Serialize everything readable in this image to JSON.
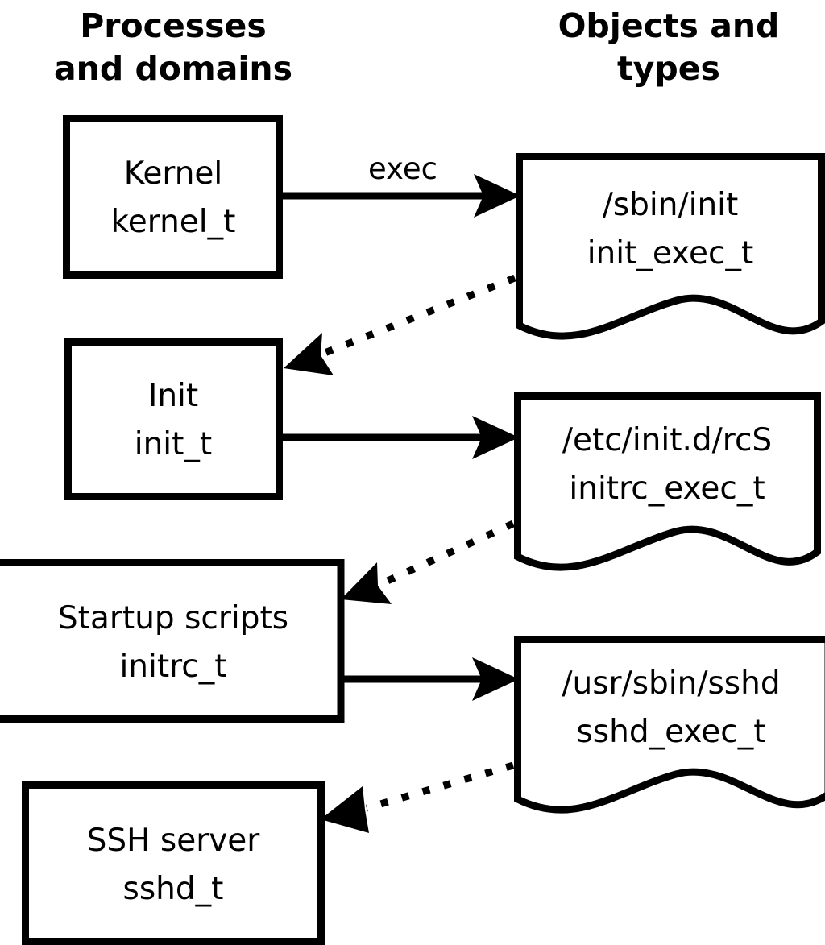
{
  "diagram": {
    "title": "SELinux process domains and object types transition diagram",
    "background_color": "#ffffff",
    "stroke_color": "#000000",
    "columns": [
      {
        "id": "left-column",
        "header_line1": "Processes",
        "header_line2": "and domains"
      },
      {
        "id": "right-column",
        "header_line1": "Objects and",
        "header_line2": "types"
      }
    ],
    "process_nodes": [
      {
        "id": "kernel",
        "line1": "Kernel",
        "line2": "kernel_t"
      },
      {
        "id": "init",
        "line1": "Init",
        "line2": "init_t"
      },
      {
        "id": "startup-scripts",
        "line1": "Startup scripts",
        "line2": "initrc_t"
      },
      {
        "id": "ssh-server",
        "line1": "SSH server",
        "line2": "sshd_t"
      }
    ],
    "object_nodes": [
      {
        "id": "sbin-init",
        "line1": "/sbin/init",
        "line2": "init_exec_t"
      },
      {
        "id": "etc-initd-rcs",
        "line1": "/etc/init.d/rcS",
        "line2": "initrc_exec_t"
      },
      {
        "id": "usr-sbin-sshd",
        "line1": "/usr/sbin/sshd",
        "line2": "sshd_exec_t"
      }
    ],
    "edges": [
      {
        "id": "kernel-to-sbin-init",
        "style": "solid",
        "label": "exec",
        "from": "kernel",
        "to": "sbin-init"
      },
      {
        "id": "sbin-init-to-init",
        "style": "dotted",
        "label": "",
        "from": "sbin-init",
        "to": "init"
      },
      {
        "id": "init-to-rcs",
        "style": "solid",
        "label": "",
        "from": "init",
        "to": "etc-initd-rcs"
      },
      {
        "id": "rcs-to-startup-scripts",
        "style": "dotted",
        "label": "",
        "from": "etc-initd-rcs",
        "to": "startup-scripts"
      },
      {
        "id": "startup-scripts-to-sshd",
        "style": "solid",
        "label": "",
        "from": "startup-scripts",
        "to": "usr-sbin-sshd"
      },
      {
        "id": "sshd-to-ssh-server",
        "style": "dotted",
        "label": "",
        "from": "usr-sbin-sshd",
        "to": "ssh-server"
      }
    ]
  }
}
